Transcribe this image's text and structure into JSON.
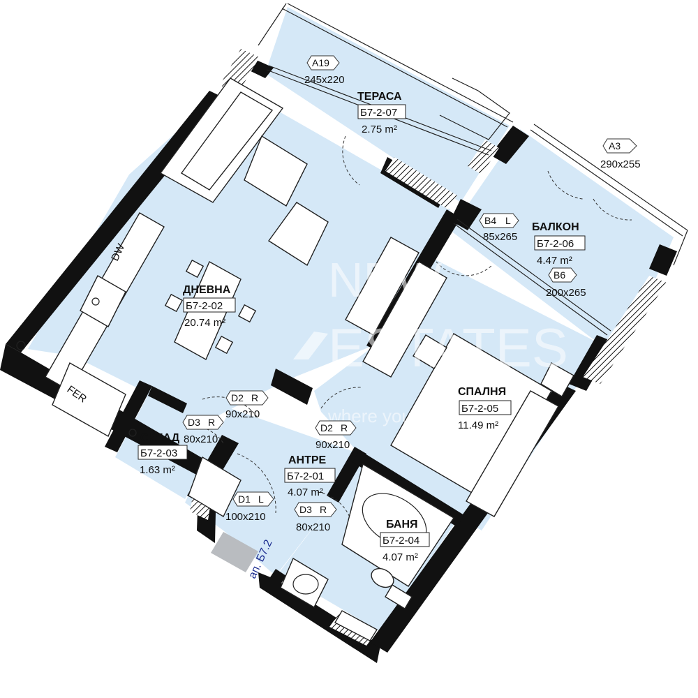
{
  "rooms": {
    "terrace": {
      "name": "ТЕРАСА",
      "code": "Б7-2-07",
      "area": "2.75 m²"
    },
    "living": {
      "name": "ДНЕВНА",
      "code": "Б7-2-02",
      "area": "20.74 m²"
    },
    "balcony": {
      "name": "БАЛКОН",
      "code": "Б7-2-06",
      "area": "4.47 m²"
    },
    "bedroom": {
      "name": "СПАЛНЯ",
      "code": "Б7-2-05",
      "area": "11.49 m²"
    },
    "storage": {
      "name": "СКЛАД",
      "code": "Б7-2-03",
      "area": "1.63 m²"
    },
    "hall": {
      "name": "АНТРЕ",
      "code": "Б7-2-01",
      "area": "4.07 m²"
    },
    "bath": {
      "name": "БАНЯ",
      "code": "Б7-2-04",
      "area": "4.07 m²"
    }
  },
  "openings": [
    {
      "tag": "A19",
      "size": "245x220"
    },
    {
      "tag": "A3",
      "size": "290x255"
    },
    {
      "tag": "B4",
      "suffix": "L",
      "size": "85x265"
    },
    {
      "tag": "B6",
      "size": "200x265"
    },
    {
      "tag": "D2",
      "suffix": "R",
      "size": "90x210"
    },
    {
      "tag": "D3",
      "suffix": "R",
      "size": "80x210"
    },
    {
      "tag": "D2",
      "suffix": "R",
      "size": "90x210"
    },
    {
      "tag": "D1",
      "suffix": "L",
      "size": "100x210"
    },
    {
      "tag": "D3",
      "suffix": "R",
      "size": "80x210"
    }
  ],
  "fixtures": {
    "dishwasher": "DW",
    "fridge": "FER"
  },
  "entrance_label": "ап. Б7.2",
  "watermark": {
    "line1": "NEW",
    "line2": "ESTATES",
    "tagline": "where you are i"
  },
  "colors": {
    "room_fill": "#d5e8f7",
    "wall": "#111111",
    "entrance_text": "#1b2c8f"
  }
}
